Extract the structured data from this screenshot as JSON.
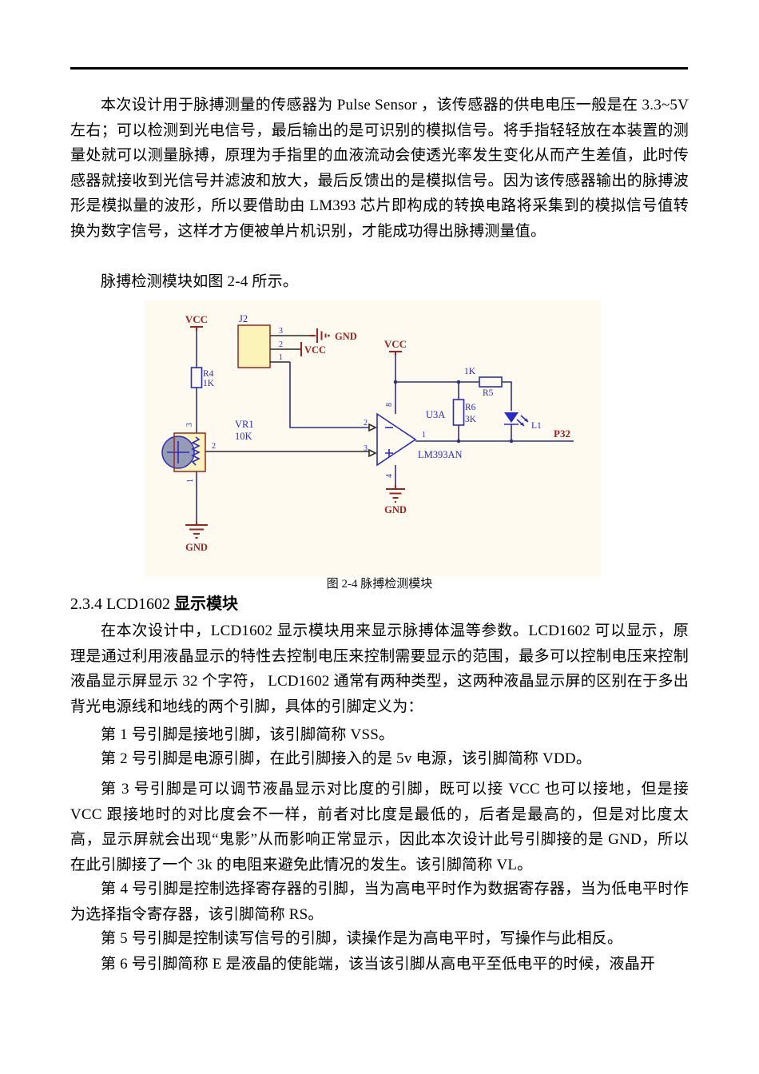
{
  "content": {
    "p1": "本次设计用于脉搏测量的传感器为 Pulse Sensor ，该传感器的供电电压一般是在 3.3~5V 左右；可以检测到光电信号，最后输出的是可识别的模拟信号。将手指轻轻放在本装置的测量处就可以测量脉搏，原理为手指里的血液流动会使透光率发生变化从而产生差值，此时传感器就接收到光信号并滤波和放大，最后反馈出的是模拟信号。因为该传感器输出的脉搏波形是模拟量的波形，所以要借助由 LM393 芯片即构成的转换电路将采集到的模拟信号值转换为数字信号，这样才方便被单片机识别，才能成功得出脉搏测量值。",
    "p2": "脉搏检测模块如图 2-4 所示。",
    "figure_caption": "图 2-4 脉搏检测模块",
    "heading_num": "2.3.4 LCD1602 ",
    "heading_cn": "显示模块",
    "p3": "在本次设计中，LCD1602 显示模块用来显示脉搏体温等参数。LCD1602 可以显示，原理是通过利用液晶显示的特性去控制电压来控制需要显示的范围，最多可以控制电压来控制液晶显示屏显示 32 个字符， LCD1602 通常有两种类型，这两种液晶显示屏的区别在于多出背光电源线和地线的两个引脚，具体的引脚定义为：",
    "pin1": "第 1 号引脚是接地引脚，该引脚简称 VSS。",
    "pin2": "第 2 号引脚是电源引脚，在此引脚接入的是 5v 电源，该引脚简称 VDD。",
    "pin3": "第 3 号引脚是可以调节液晶显示对比度的引脚，既可以接 VCC 也可以接地，但是接 VCC 跟接地时的对比度会不一样，前者对比度是最低的，后者是最高的，但是对比度太高，显示屏就会出现“鬼影”从而影响正常显示，因此本次设计此号引脚接的是 GND，所以在此引脚接了一个 3k 的电阻来避免此情况的发生。该引脚简称 VL。",
    "pin4": "第 4 号引脚是控制选择寄存器的引脚，当为高电平时作为数据寄存器，当为低电平时作为选择指令寄存器，该引脚简称 RS。",
    "pin5": "第 5 号引脚是控制读写信号的引脚，读操作是为高电平时，写操作与此相反。",
    "pin6": "第 6 号引脚简称 E 是液晶的使能端，该当该引脚从高电平至低电平的时候，液晶开"
  },
  "schematic": {
    "vcc_left": "VCC",
    "gnd_left": "GND",
    "r4_ref": "R4",
    "r4_val": "1K",
    "sensor_pin3": "3",
    "sensor_pin2": "2",
    "sensor_pin1": "1",
    "vr1_ref": "VR1",
    "vr1_val": "10K",
    "j2_ref": "J2",
    "j2_pin3": "3",
    "j2_pin2": "2",
    "j2_pin1": "1",
    "j2_gnd": "GND",
    "j2_vcc": "VCC",
    "vcc_mid": "VCC",
    "gnd_mid": "GND",
    "comp_ref": "U3A",
    "comp_part": "LM393AN",
    "comp_pin8": "8",
    "comp_pin4": "4",
    "comp_pin_minus": "2",
    "comp_pin_plus": "3",
    "comp_pin_out": "1",
    "r5_val": "1K",
    "r5_ref": "R5",
    "r6_ref": "R6",
    "r6_val": "3K",
    "led_ref": "L1",
    "net_out": "P32",
    "colors": {
      "maroon": "#9b2420",
      "blue": "#2a2ac6",
      "wire": "#32327e",
      "panel_bg": "#fffaf0",
      "part_fill": "#fbf3b8",
      "knob_fill": "#969cb4"
    }
  }
}
